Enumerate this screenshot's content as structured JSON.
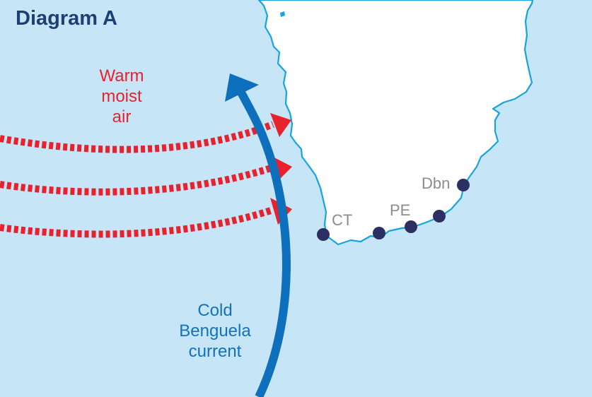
{
  "title": "Diagram A",
  "labels": {
    "warm_air": "Warm\nmoist\nair",
    "cold_current": "Cold\nBenguela\ncurrent"
  },
  "cities": [
    {
      "label": "CT"
    },
    {
      "label": "PE"
    },
    {
      "label": "Dbn"
    }
  ],
  "colors": {
    "ocean": "#c6e6f8",
    "land": "#ffffff",
    "coastline": "#17a4dd",
    "warm_air": "#e8222d",
    "cold_current": "#0e6fbd",
    "city_marker": "#2d2f63",
    "city_label": "#8c8c8c",
    "title": "#1d3f73"
  }
}
